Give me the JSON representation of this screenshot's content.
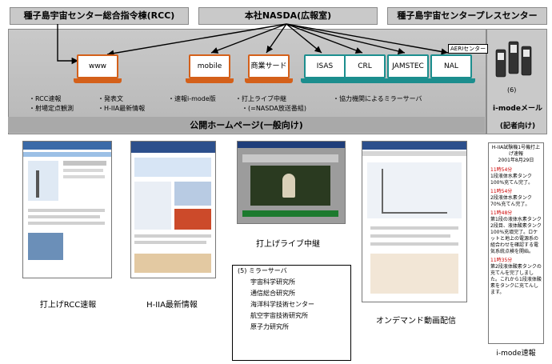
{
  "header": {
    "rcc": "種子島宇宙センター総合指令棟(RCC)",
    "nasda": "本社NASDA(広報室)",
    "press": "種子島宇宙センタープレスセンター"
  },
  "nodes": {
    "www": "www",
    "mobile": "mobile",
    "commercial": "商業サード",
    "isas": "ISAS",
    "crl": "CRL",
    "jamstec": "JAMSTEC",
    "nal": "NAL",
    "aeri_tag": "AERIセンター"
  },
  "bullets": {
    "www_left": [
      "RCC速報",
      "射場定点観測"
    ],
    "www_right": [
      "発表文",
      "H-IIA最新情報"
    ],
    "mobile": [
      "速報i-mode版"
    ],
    "commercial": [
      "打上ライブ中継",
      "(=NASDA放送番組)"
    ],
    "partners": [
      "協力機関によるミラーサーバ"
    ]
  },
  "band_title": "公開ホームページ(一般向け)",
  "press_side": {
    "count": "(6)",
    "label1": "i-modeメール",
    "label2": "(記者向け)"
  },
  "captions": {
    "rcc": "打上げRCC速報",
    "h2a": "H-IIA最新情報",
    "live": "打上げライブ中継",
    "ondemand": "オンデマンド動画配信",
    "imode": "i-mode速報"
  },
  "mirror_box": {
    "title": "(5) ミラーサーバ",
    "items": [
      "宇宙科学研究所",
      "通信総合研究所",
      "海洋科学技術センター",
      "航空宇宙技術研究所",
      "原子力研究所"
    ]
  },
  "phone_screen": {
    "title": "H-IIA試験機1号機打上げ速報",
    "date": "2001年8月29日",
    "entries": [
      {
        "time": "11時54分",
        "text": "1段液体水素タンク100%充てん完了。"
      },
      {
        "time": "11時54分",
        "text": "2段液体水素タンク70%充てん完了。"
      },
      {
        "time": "11時48分",
        "text": "第1段の液体水素タンク2段目、液体酸素タンク100%充填完了。ロケットと地上の電源系の組合わせを確認する電気系統点検を開始。"
      },
      {
        "time": "11時35分",
        "text": "第2段液体酸素タンクの充てんを完了しました。これから1段液体酸素をタンクに充てんします。"
      }
    ]
  },
  "colors": {
    "orange_pc": "#d4601a",
    "teal_pc": "#1c8e8e",
    "band": "#c9c9c9",
    "phone_accent": "#cc0000"
  }
}
